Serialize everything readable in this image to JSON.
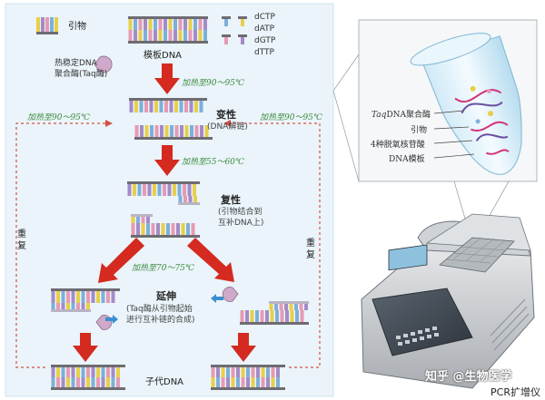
{
  "legend": {
    "primer": "引物",
    "template": "模板DNA",
    "polymerase_line1": "热稳定DNA",
    "polymerase_line2": "聚合酶(Taq酶)",
    "dntps": [
      "dCTP",
      "dATP",
      "dGTP",
      "dTTP"
    ]
  },
  "steps": {
    "heat1": "加热至90～95℃",
    "denature_title": "变性",
    "denature_sub": "(DNA解链)",
    "heat_left": "加热至90～95℃",
    "heat_right": "加热至90～95℃",
    "cool": "加热至55～60℃",
    "anneal_title": "复性",
    "anneal_sub1": "(引物结合到",
    "anneal_sub2": "互补DNA上)",
    "heat_extend": "加热至70～75℃",
    "extend_title": "延伸",
    "extend_sub1": "(Taq酶从引物起始",
    "extend_sub2": "进行互补链的合成)",
    "repeat_left": "重复",
    "repeat_right": "重复",
    "product": "子代DNA"
  },
  "tube_labels": {
    "enzyme": "Taq",
    "enzyme_rest": "DNA聚合酶",
    "primer": "引物",
    "dntp": "4种脱氧核苷酸",
    "template": "DNA模板"
  },
  "watermark": "知乎 @生物医学",
  "device_caption": "PCR扩增仪",
  "colors": {
    "arrow_red": "#d42a1f",
    "dashed_red": "#d55045",
    "strand_dark": "#6e6b73",
    "strand_light": "#b9b4c4",
    "base_yellow": "#e7cf4a",
    "base_purple": "#a48bc6",
    "base_pink": "#e79ab3",
    "base_blue": "#7db0d8",
    "heat_text": "#3c8a3f"
  }
}
